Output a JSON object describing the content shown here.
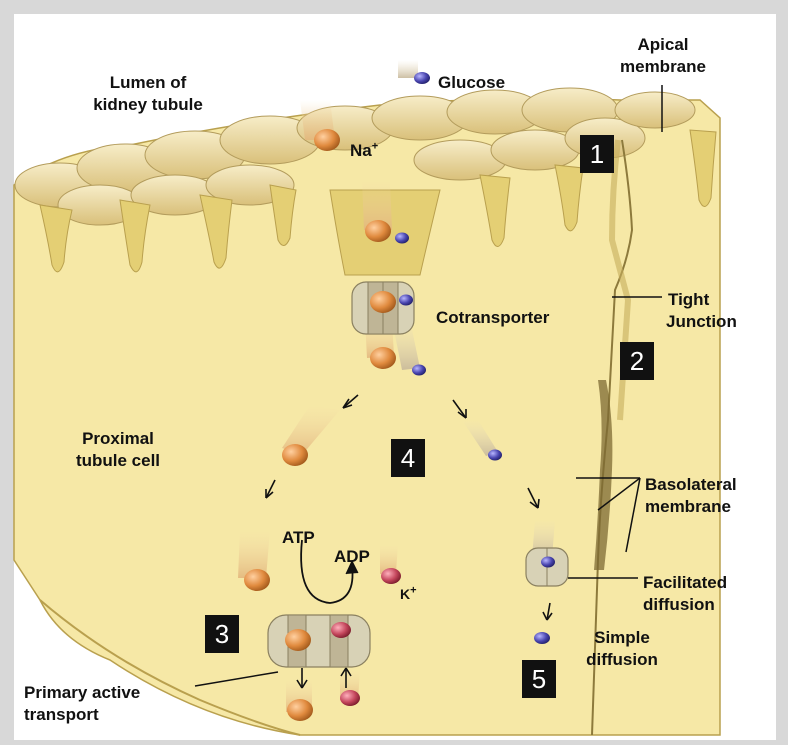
{
  "labels": {
    "lumen_line1": "Lumen of",
    "lumen_line2": "kidney tubule",
    "glucose": "Glucose",
    "na": "Na",
    "na_sup": "+",
    "apical_line1": "Apical",
    "apical_line2": "membrane",
    "cotransporter": "Cotransporter",
    "tight_line1": "Tight",
    "tight_line2": "Junction",
    "proximal_line1": "Proximal",
    "proximal_line2": "tubule cell",
    "atp": "ATP",
    "adp": "ADP",
    "k": "K",
    "k_sup": "+",
    "basolateral_line1": "Basolateral",
    "basolateral_line2": "membrane",
    "facilitated_line1": "Facilitated",
    "facilitated_line2": "diffusion",
    "simple_line1": "Simple",
    "simple_line2": "diffusion",
    "primary_line1": "Primary active",
    "primary_line2": "transport"
  },
  "steps": [
    "1",
    "2",
    "3",
    "4",
    "5"
  ],
  "colors": {
    "cell": "#f6e8a6",
    "cell_dark": "#e4cf74",
    "outline": "#b9a04e",
    "sodium": "#e08a3e",
    "glucose": "#4a46b0",
    "potassium": "#c4465c",
    "transporter": "#d8d2b6"
  }
}
